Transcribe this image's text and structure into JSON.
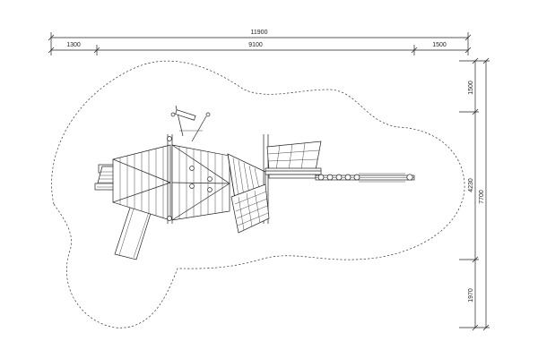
{
  "drawing": {
    "dimensions": {
      "total_width": "11900",
      "left_offset": "1300",
      "middle_width": "9100",
      "right_offset": "1500",
      "total_height": "7700",
      "top_offset": "1500",
      "middle_height": "4230",
      "bottom_offset": "1970"
    }
  }
}
